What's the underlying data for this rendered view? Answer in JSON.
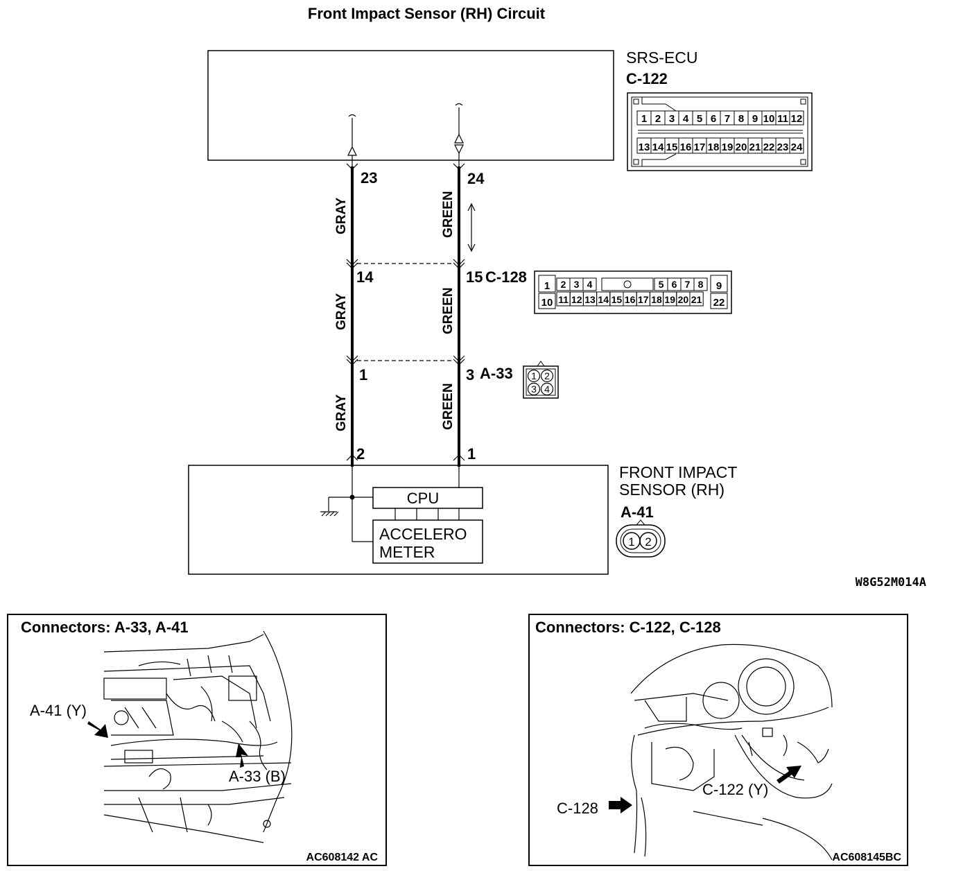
{
  "title": "Front Impact Sensor (RH) Circuit",
  "diagram_code": "W8G52M014A",
  "srs_ecu": {
    "name": "SRS-ECU",
    "connector": "C-122",
    "pins_top": [
      "1",
      "2",
      "3",
      "4",
      "5",
      "6",
      "7",
      "8",
      "9",
      "10",
      "11",
      "12"
    ],
    "pins_bottom": [
      "13",
      "14",
      "15",
      "16",
      "17",
      "18",
      "19",
      "20",
      "21",
      "22",
      "23",
      "24"
    ]
  },
  "wires": {
    "left": {
      "color_label": "GRAY",
      "ecu_pin": "23",
      "c128_pin": "14",
      "a33_pin": "1",
      "sensor_pin": "2"
    },
    "right": {
      "color_label": "GREEN",
      "ecu_pin": "24",
      "c128_pin": "15",
      "a33_pin": "3",
      "sensor_pin": "1"
    }
  },
  "connector_c128": {
    "label": "C-128",
    "pins_top": [
      "1",
      "2",
      "3",
      "4",
      "5",
      "6",
      "7",
      "8",
      "9"
    ],
    "pins_bottom": [
      "10",
      "11",
      "12",
      "13",
      "14",
      "15",
      "16",
      "17",
      "18",
      "19",
      "20",
      "21",
      "22"
    ]
  },
  "connector_a33": {
    "label": "A-33",
    "pins": [
      "1",
      "2",
      "3",
      "4"
    ]
  },
  "sensor": {
    "name_line1": "FRONT IMPACT",
    "name_line2": "SENSOR (RH)",
    "connector": "A-41",
    "pins": [
      "1",
      "2"
    ],
    "cpu_label": "CPU",
    "accel_line1": "ACCELERO",
    "accel_line2": "METER"
  },
  "panel_left": {
    "title": "Connectors: A-33, A-41",
    "callout_1": "A-41 (Y)",
    "callout_2": "A-33 (B)",
    "code": "AC608142 AC"
  },
  "panel_right": {
    "title": "Connectors: C-122, C-128",
    "callout_1": "C-128",
    "callout_2": "C-122 (Y)",
    "code": "AC608145BC"
  }
}
